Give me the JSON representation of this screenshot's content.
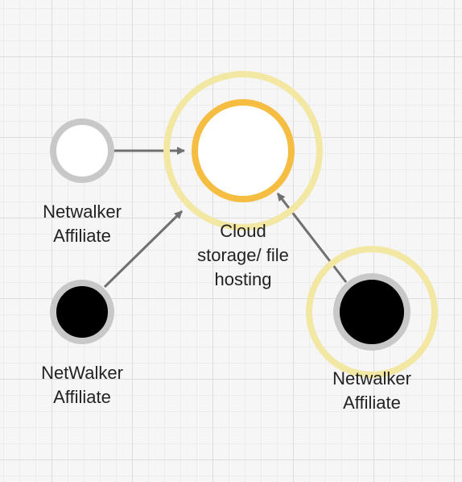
{
  "colors": {
    "node_ring_gray": "#c8c8c8",
    "node_fill_white": "#ffffff",
    "node_fill_black": "#000000",
    "target_ring_orange": "#f5bd42",
    "highlight_halo": "#f2e7a3",
    "edge": "#707070"
  },
  "nodes": {
    "affiliate_top": {
      "label": "Netwalker\nAffiliate",
      "fill": "white",
      "highlighted": false
    },
    "affiliate_bottom": {
      "label": "NetWalker\nAffiliate",
      "fill": "black",
      "highlighted": false
    },
    "cloud": {
      "label": "Cloud\nstorage/ file\nhosting",
      "fill": "white",
      "highlighted": true
    },
    "affiliate_right": {
      "label": "Netwalker\nAffiliate",
      "fill": "black",
      "highlighted": true
    }
  },
  "edges": [
    {
      "from": "affiliate_top",
      "to": "cloud"
    },
    {
      "from": "affiliate_bottom",
      "to": "cloud"
    },
    {
      "from": "affiliate_right",
      "to": "cloud"
    }
  ]
}
